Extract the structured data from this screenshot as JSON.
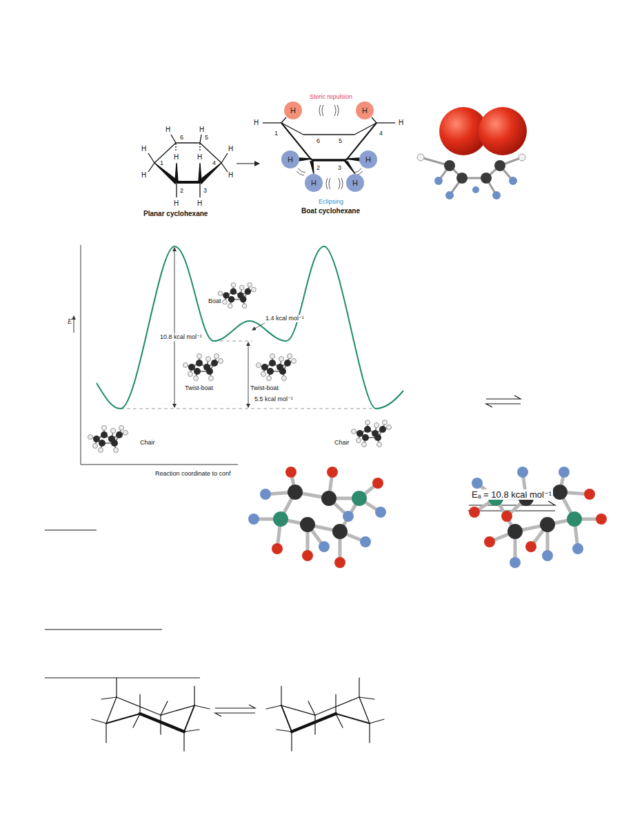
{
  "diagram": {
    "nodes": [
      {
        "text": [
          "H"
        ]
      },
      {
        "text": [
          "H"
        ]
      },
      {
        "text": [
          "H"
        ]
      },
      {
        "text": [
          "H"
        ]
      },
      {
        "text": [
          "H"
        ]
      },
      {
        "text": [
          "H"
        ]
      }
    ],
    "labels": [
      "H",
      "H",
      "6",
      "5",
      "H",
      "H",
      "H",
      "H",
      "1",
      "4",
      "H",
      "H",
      "2",
      "3",
      "H",
      "H",
      "Planar cyclohexane",
      "Steric repulsion",
      "H",
      "1",
      "4",
      "H",
      "6",
      "5",
      "2",
      "3",
      "Eclipsing",
      "Boat cyclohexane",
      "E",
      "Boat",
      "1.4 kcal mol⁻¹",
      "10.8 kcal mol⁻¹",
      "5.5 kcal mol⁻¹",
      "Twist-boat",
      "Twist-boat",
      "Chair",
      "Chair",
      "Reaction coordinate to conf",
      "Eₐ = 10.8 kcal mol⁻¹"
    ]
  }
}
